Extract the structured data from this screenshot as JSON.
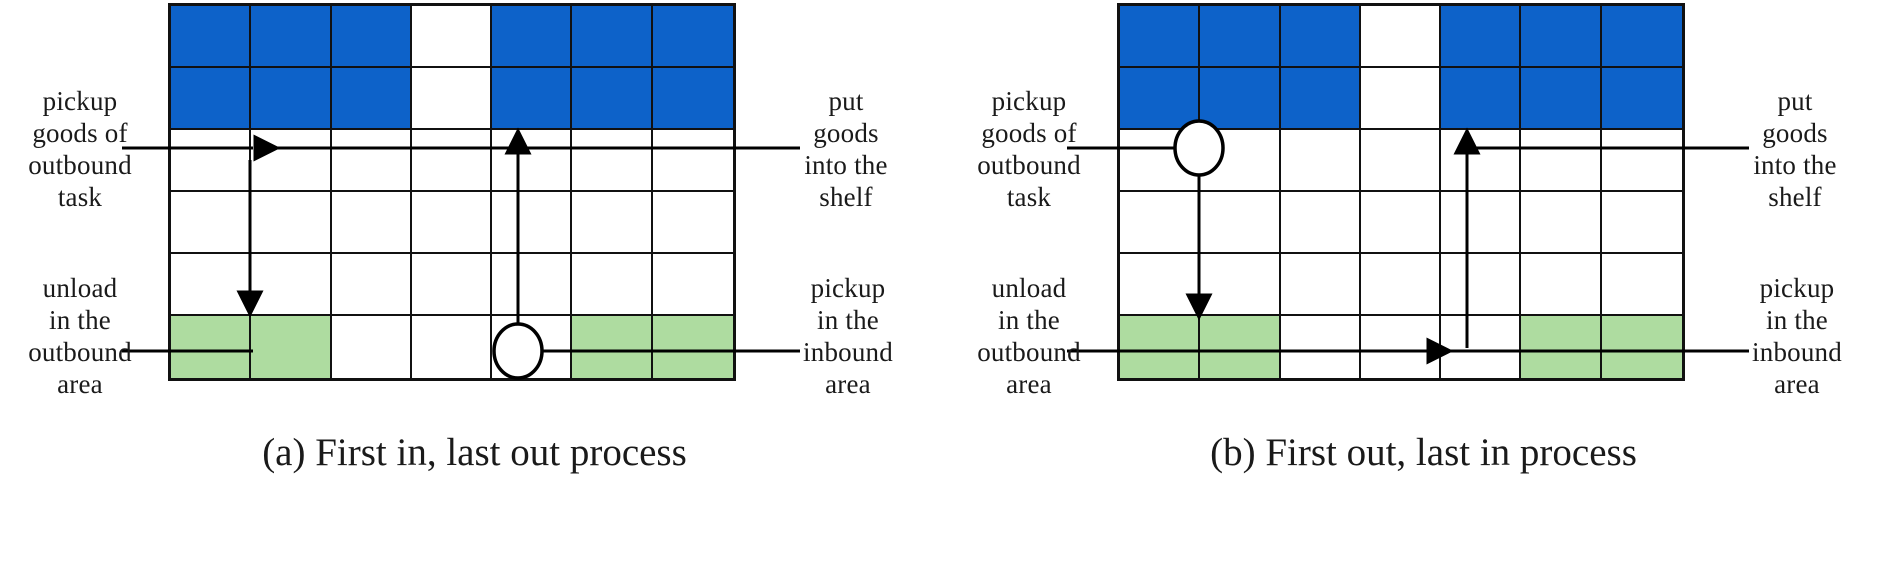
{
  "figure": {
    "type": "warehouse-process-diagram",
    "colors": {
      "shelf_blue": "#0d62c9",
      "area_green": "#aedca0",
      "line_black": "#111111",
      "background": "#ffffff"
    },
    "grid": {
      "columns": 7,
      "rows": 6
    }
  },
  "panels": [
    {
      "id": "a",
      "caption": "(a) First in, last out process",
      "labels": {
        "top_left": "pickup\ngoods of\noutbound\ntask",
        "bottom_left": "unload\nin the\noutbound\narea",
        "top_right": "put\ngoods\ninto the\nshelf",
        "bottom_right": "pickup\nin the\ninbound\narea"
      },
      "cells": [
        [
          "blue",
          "blue",
          "blue",
          "white",
          "blue",
          "blue",
          "blue"
        ],
        [
          "blue",
          "blue",
          "blue",
          "white",
          "blue",
          "blue",
          "blue"
        ],
        [
          "white",
          "white",
          "white",
          "white",
          "white",
          "white",
          "white"
        ],
        [
          "white",
          "white",
          "white",
          "white",
          "white",
          "white",
          "white"
        ],
        [
          "white",
          "white",
          "white",
          "white",
          "white",
          "white",
          "white"
        ],
        [
          "green",
          "green",
          "white",
          "white",
          "white",
          "green",
          "green"
        ]
      ],
      "robot": {
        "row": 6,
        "col": 6,
        "label": "robot-circle"
      },
      "arrows": [
        {
          "name": "arrow-left-top-row3",
          "direction": "left",
          "from_col": 6,
          "to_col": 2,
          "row": 3
        },
        {
          "name": "arrow-down-col2",
          "direction": "down",
          "col": 2,
          "from_row": 3,
          "to_row": 6
        },
        {
          "name": "arrow-up-col6",
          "direction": "up",
          "col": 6,
          "from_row": 6,
          "to_row": 3
        }
      ]
    },
    {
      "id": "b",
      "caption": "(b) First out, last in process",
      "labels": {
        "top_left": "pickup\ngoods of\noutbound\ntask",
        "bottom_left": "unload\nin the\noutbound\narea",
        "top_right": "put\ngoods\ninto the\nshelf",
        "bottom_right": "pickup\nin the\ninbound\narea"
      },
      "cells": [
        [
          "blue",
          "blue",
          "blue",
          "white",
          "blue",
          "blue",
          "blue"
        ],
        [
          "blue",
          "blue",
          "blue",
          "white",
          "blue",
          "blue",
          "blue"
        ],
        [
          "white",
          "white",
          "white",
          "white",
          "white",
          "white",
          "white"
        ],
        [
          "white",
          "white",
          "white",
          "white",
          "white",
          "white",
          "white"
        ],
        [
          "white",
          "white",
          "white",
          "white",
          "white",
          "white",
          "white"
        ],
        [
          "green",
          "green",
          "white",
          "white",
          "white",
          "green",
          "green"
        ]
      ],
      "robot": {
        "row": 3,
        "col": 2,
        "label": "robot-circle"
      },
      "arrows": [
        {
          "name": "arrow-down-col2",
          "direction": "down",
          "col": 2,
          "from_row": 3,
          "to_row": 6
        },
        {
          "name": "arrow-right-bottom-row6",
          "direction": "right",
          "row": 6,
          "from_col": 2,
          "to_col": 6
        },
        {
          "name": "arrow-up-col6",
          "direction": "up",
          "col": 6,
          "from_row": 6,
          "to_row": 3
        }
      ]
    }
  ]
}
